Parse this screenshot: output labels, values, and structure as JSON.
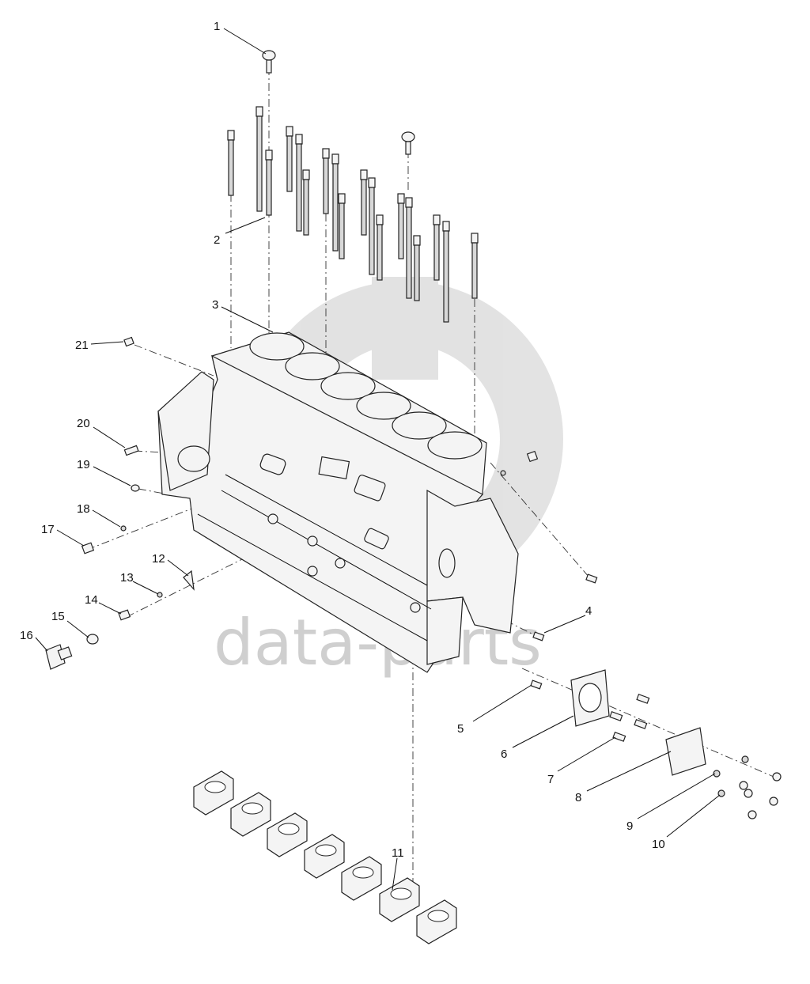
{
  "watermark": {
    "text": "data-parts",
    "logo_color": "#d9d9d9",
    "text_color": "#cfcfcf"
  },
  "callouts": [
    {
      "num": "1"
    },
    {
      "num": "2"
    },
    {
      "num": "3"
    },
    {
      "num": "4"
    },
    {
      "num": "5"
    },
    {
      "num": "6"
    },
    {
      "num": "7"
    },
    {
      "num": "8"
    },
    {
      "num": "9"
    },
    {
      "num": "10"
    },
    {
      "num": "11"
    },
    {
      "num": "12"
    },
    {
      "num": "13"
    },
    {
      "num": "14"
    },
    {
      "num": "15"
    },
    {
      "num": "16"
    },
    {
      "num": "17"
    },
    {
      "num": "18"
    },
    {
      "num": "19"
    },
    {
      "num": "20"
    },
    {
      "num": "21"
    }
  ]
}
